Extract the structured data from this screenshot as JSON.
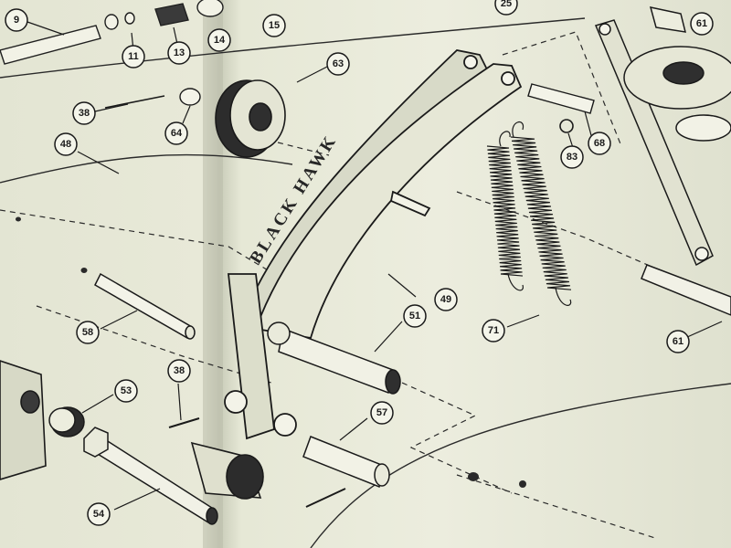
{
  "diagram": {
    "brand_text": "BLACK HAWK",
    "callouts": [
      "9",
      "11",
      "13",
      "14",
      "15",
      "25",
      "38",
      "38",
      "48",
      "49",
      "51",
      "53",
      "54",
      "57",
      "58",
      "61",
      "61",
      "63",
      "64",
      "68",
      "71",
      "83"
    ]
  },
  "colors": {
    "paper": "#e8e9d8",
    "ink": "#1b1b1b"
  }
}
